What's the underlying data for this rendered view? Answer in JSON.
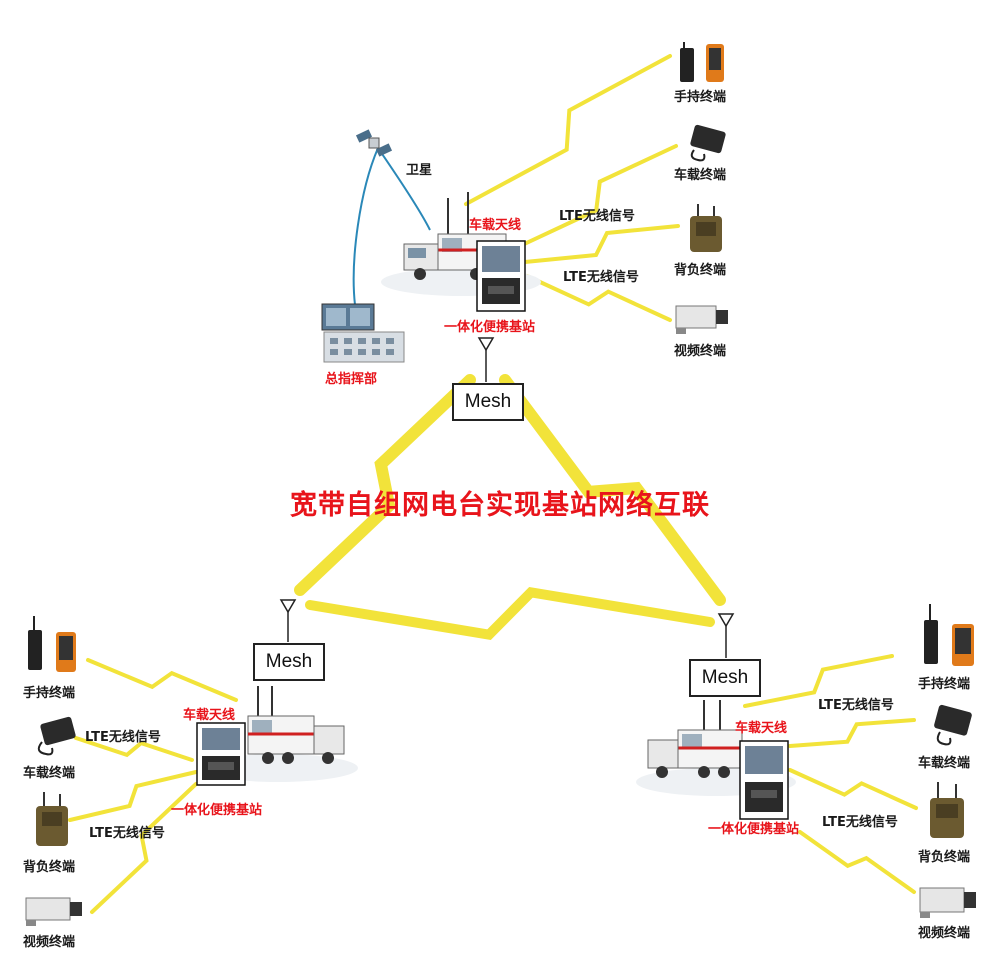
{
  "diagram": {
    "title": "宽带自组网电台实现基站网络互联",
    "satellite_label": "卫星",
    "hq_label": "总指挥部",
    "mesh_label": "Mesh",
    "colors": {
      "link": "#f2e33a",
      "red_text": "#e8141b",
      "black_text": "#1a1a1a"
    },
    "sites": {
      "top": {
        "antenna_label": "车载天线",
        "basestation_label": "一体化便携基站",
        "lte_labels": [
          "LTE无线信号",
          "LTE无线信号"
        ],
        "terminals": [
          "手持终端",
          "车载终端",
          "背负终端",
          "视频终端"
        ]
      },
      "left": {
        "antenna_label": "车载天线",
        "basestation_label": "一体化便携基站",
        "lte_labels": [
          "LTE无线信号",
          "LTE无线信号"
        ],
        "terminals": [
          "手持终端",
          "车载终端",
          "背负终端",
          "视频终端"
        ]
      },
      "right": {
        "antenna_label": "车载天线",
        "basestation_label": "一体化便携基站",
        "lte_labels": [
          "LTE无线信号",
          "LTE无线信号"
        ],
        "terminals": [
          "手持终端",
          "车载终端",
          "背负终端",
          "视频终端"
        ]
      }
    }
  }
}
